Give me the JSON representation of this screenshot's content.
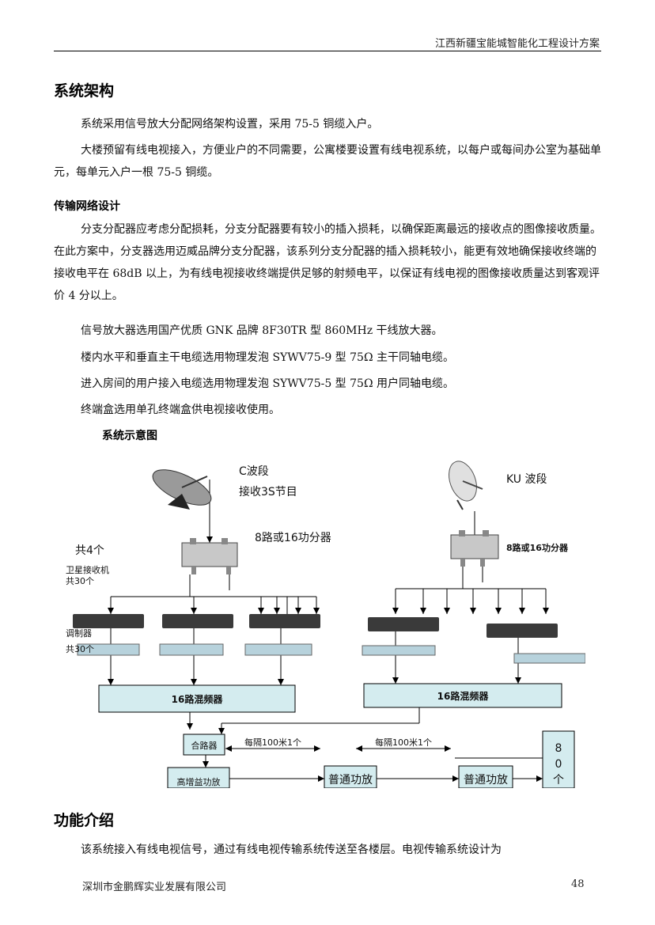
{
  "header": {
    "title": "江西新疆宝能城智能化工程设计方案"
  },
  "sections": {
    "architecture": {
      "title": "系统架构",
      "p1": "系统采用信号放大分配网络架构设置，采用 75-5 铜缆入户。",
      "p2": "大楼预留有线电视接入，方便业户的不同需要，公寓楼要设置有线电视系统，以每户或每间办公室为基础单元，每单元入户一根 75-5 铜缆。"
    },
    "transmission": {
      "title": "传输网络设计",
      "p1": "分支分配器应考虑分配损耗，分支分配器要有较小的插入损耗，以确保距离最远的接收点的图像接收质量。在此方案中，分支器选用迈威品牌分支分配器，该系列分支分配器的插入损耗较小，能更有效地确保接收终端的接收电平在 68dB 以上，为有线电视接收终端提供足够的射频电平，以保证有线电视的图像接收质量达到客观评价 4 分以上。",
      "p2": "信号放大器选用国产优质 GNK 品牌 8F30TR 型 860MHz 干线放大器。",
      "p3": "楼内水平和垂直主干电缆选用物理发泡 SYWV75-9 型 75Ω 主干同轴电缆。",
      "p4": "进入房间的用户接入电缆选用物理发泡 SYWV75-5 型 75Ω 用户同轴电缆。",
      "p5": "终端盒选用单孔终端盒供电视接收使用。"
    },
    "diagram": {
      "title": "系统示意图",
      "c_band_line1": "C波段",
      "c_band_line2": "接收3S节目",
      "ku_band": "KU 波段",
      "splitter_left": "8路或16功分器",
      "splitter_right": "8路或16功分器",
      "count4": "共4个",
      "receiver_line1": "卫星接收机",
      "receiver_line2": "共30个",
      "modulator": "调制器",
      "modulator_count": "共30个",
      "mixer_left": "16路混频器",
      "mixer_right": "16路混频器",
      "combiner": "合路器",
      "every100m_1": "每隔100米1个",
      "every100m_2": "每隔100米1个",
      "high_gain_amp": "高增益功放",
      "normal_amp_1": "普通功放",
      "normal_amp_2": "普通功放",
      "right_box_chars": [
        "8",
        "0",
        "个"
      ]
    },
    "function": {
      "title": "功能介绍",
      "p1": "该系统接入有线电视信号，通过有线电视传输系统传送至各楼层。电视传输系统设计为"
    }
  },
  "footer": {
    "company": "深圳市金鹏辉实业发展有限公司",
    "page": "48"
  },
  "colors": {
    "box_fill": "#d4ecef",
    "line": "#000000"
  }
}
